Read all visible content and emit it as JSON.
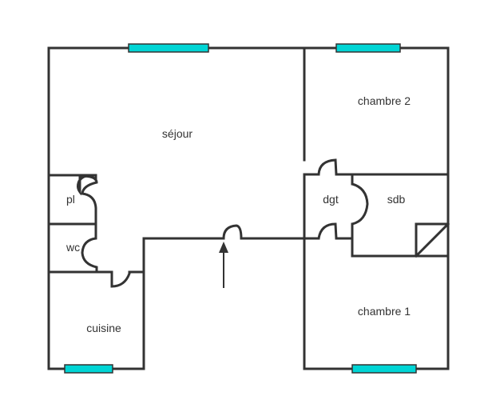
{
  "plan": {
    "rooms": {
      "sejour": "séjour",
      "chambre2": "chambre 2",
      "pl": "pl",
      "dgt": "dgt",
      "sdb": "sdb",
      "wc": "wc",
      "cuisine": "cuisine",
      "chambre1": "chambre 1"
    },
    "colors": {
      "window": "#00d5d5",
      "wall": "#333333"
    }
  }
}
